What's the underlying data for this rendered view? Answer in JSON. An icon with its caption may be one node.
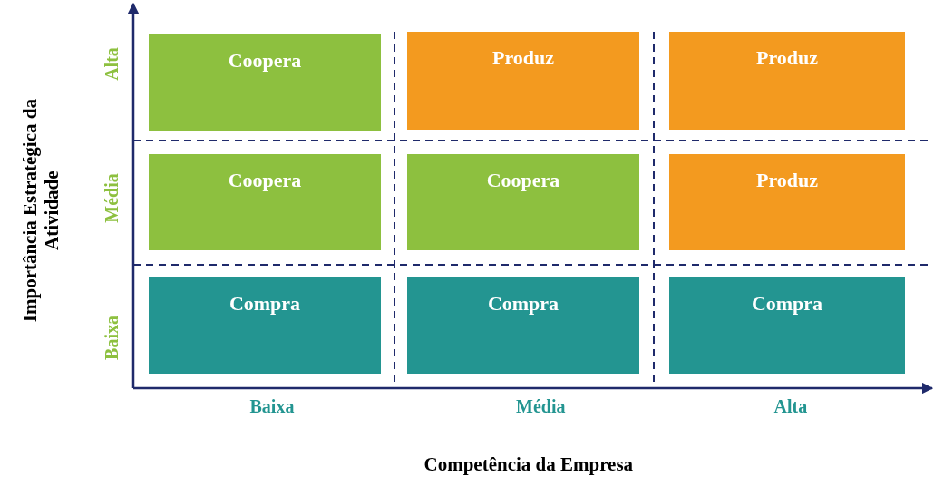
{
  "diagram": {
    "nodes": [
      {
        "text": [
          "Coopera"
        ]
      },
      {
        "text": [
          "Produz"
        ]
      },
      {
        "text": [
          "Produz"
        ]
      },
      {
        "text": [
          "Coopera"
        ]
      },
      {
        "text": [
          "Coopera"
        ]
      },
      {
        "text": [
          "Produz"
        ]
      },
      {
        "text": [
          "Compra"
        ]
      },
      {
        "text": [
          "Compra"
        ]
      },
      {
        "text": [
          "Compra"
        ]
      }
    ],
    "labels": [
      "Importância Estratégica da Atividade",
      "Alta",
      "Média",
      "Baixa",
      "Baixa",
      "Média",
      "Alta",
      "Competência da Empresa"
    ]
  }
}
